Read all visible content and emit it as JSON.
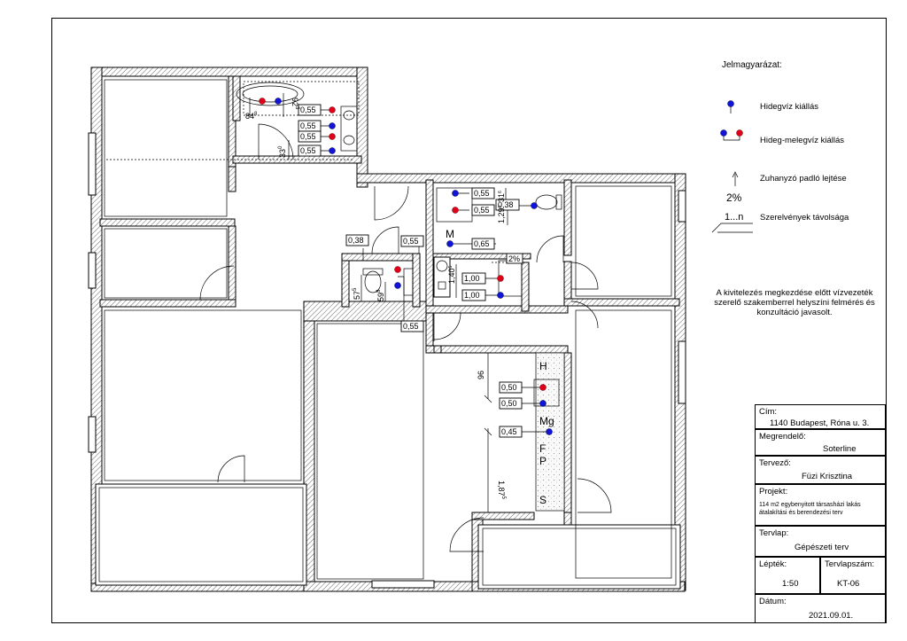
{
  "legend": {
    "title": "Jelmagyarázat:",
    "cold_label": "Hidegvíz kiállás",
    "hot_cold_label": "Hideg-melegvíz kiállás",
    "slope_value": "2%",
    "slope_label": "Zuhanyzó padló lejtése",
    "distance_value": "1...n",
    "distance_label": "Szerelvények távolsága"
  },
  "note": "A kivitelezés megkezdése előtt vízvezeték szerelő szakemberrel helyszíni felmérés és konzultáció javasolt.",
  "title_block": {
    "address_label": "Cím:",
    "address": "1140 Budapest, Róna u. 3.",
    "client_label": "Megrendelő:",
    "client": "Soterline",
    "designer_label": "Tervező:",
    "designer": "Füzi Krisztina",
    "project_label": "Projekt:",
    "project": "114 m2 egybenyitott társasházi lakás átalakítási és berendezési terv",
    "sheet_label": "Tervlap:",
    "sheet": "Gépészeti terv",
    "scale_label": "Lépték:",
    "scale": "1:50",
    "number_label": "Tervlapszám:",
    "number": "KT-06",
    "date_label": "Dátum:",
    "date": "2021.09.01."
  },
  "plan": {
    "bath_tags": [
      "0,55",
      "0,55",
      "0,55",
      "0,55"
    ],
    "bath_dims": [
      "84",
      "92",
      "33"
    ],
    "bath_dim_sups": [
      "8",
      "3",
      "0"
    ],
    "wc_tags": [
      "0,38",
      "0,55",
      "0,55"
    ],
    "wc_dims": [
      "57",
      "59"
    ],
    "wc_dim_sups": [
      "5",
      "8"
    ],
    "utility_tags": [
      "0,55",
      "0,55",
      "0,38",
      "0,65",
      "1,00",
      "1,00"
    ],
    "utility_slope": "2%",
    "utility_room_letter": "M",
    "utility_dims": [
      "31",
      "1,29",
      "1,40"
    ],
    "utility_dim_sups": [
      "6",
      "0",
      "5"
    ],
    "kitchen_tags": [
      "0,50",
      "0,50",
      "0,45"
    ],
    "kitchen_letters": [
      "H",
      "Mg",
      "F",
      "P",
      "S"
    ],
    "kitchen_dims": [
      "96",
      "1,87"
    ],
    "kitchen_dim_sups": [
      "",
      "5"
    ]
  }
}
